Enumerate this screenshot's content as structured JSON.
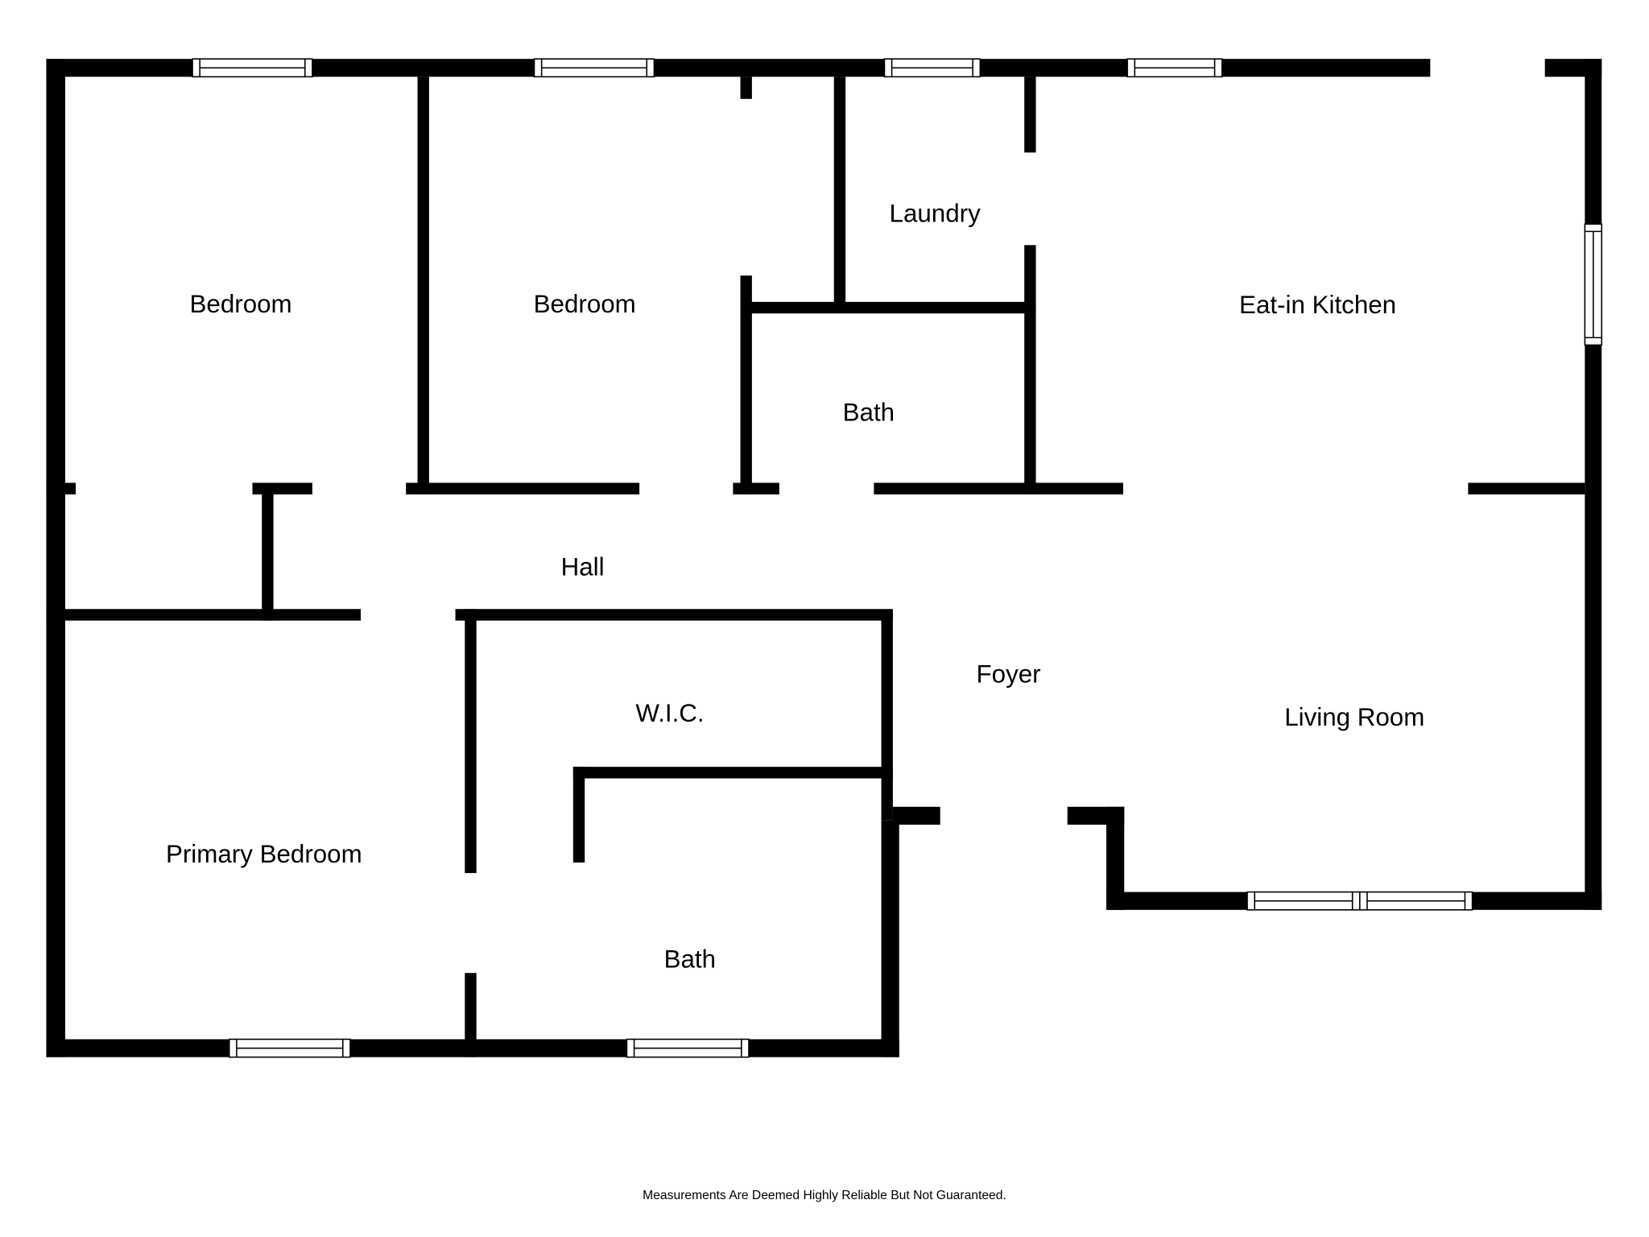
{
  "rooms": {
    "bedroom_1": "Bedroom",
    "bedroom_2": "Bedroom",
    "laundry": "Laundry",
    "kitchen": "Eat-in Kitchen",
    "bath_1": "Bath",
    "hall": "Hall",
    "foyer": "Foyer",
    "wic": "W.I.C.",
    "living_room": "Living Room",
    "primary_bedroom": "Primary Bedroom",
    "bath_2": "Bath"
  },
  "footer": "Measurements Are Deemed Highly Reliable But Not Guaranteed."
}
